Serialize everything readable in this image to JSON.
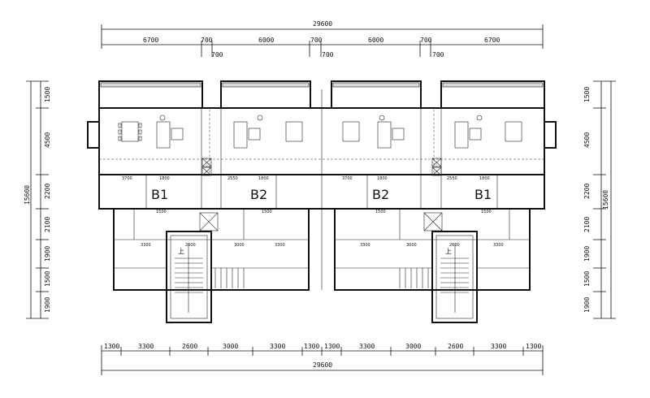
{
  "top_dimensions": {
    "overall": "29600",
    "segments": [
      "6700",
      "700",
      "6000",
      "700",
      "6000",
      "700",
      "6700"
    ],
    "sub_labels": [
      "700",
      "700",
      "700"
    ]
  },
  "bottom_dimensions": {
    "overall": "29600",
    "segments": [
      "1300",
      "3300",
      "2600",
      "3000",
      "3300",
      "1300",
      "1300",
      "3300",
      "3000",
      "2600",
      "3300",
      "1300"
    ]
  },
  "left_dimensions": {
    "overall": "15600",
    "segments": [
      "1500",
      "4500",
      "2200",
      "2100",
      "1900",
      "1500",
      "1900"
    ]
  },
  "right_dimensions": {
    "overall": "15600",
    "segments": [
      "1500",
      "4500",
      "2200",
      "2100",
      "1900",
      "1500",
      "1900"
    ]
  },
  "unit_labels": [
    "B1",
    "B2",
    "B2",
    "B1"
  ],
  "interior_dimensions": {
    "row1": [
      "3700",
      "1800",
      "2550",
      "1800",
      "3700",
      "1800",
      "2550",
      "1800"
    ],
    "row2": [
      "1500",
      "1500",
      "1500",
      "1500"
    ],
    "row3": [
      "3300",
      "2600",
      "3000",
      "3300",
      "3300",
      "3000",
      "2600",
      "3300"
    ]
  },
  "stair_labels": [
    "上",
    "上"
  ]
}
